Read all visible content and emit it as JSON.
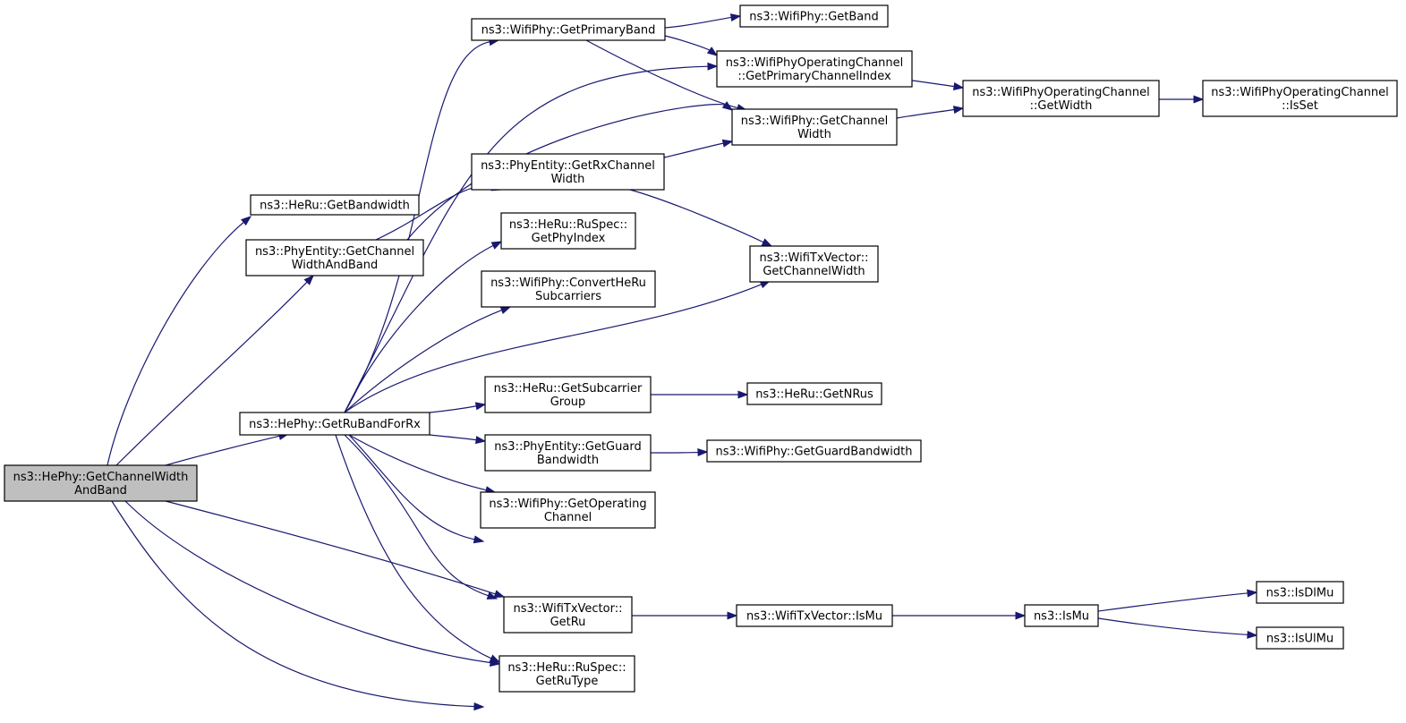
{
  "graph": {
    "colors": {
      "edge": "#191970",
      "root_fill": "#bfbfbf",
      "node_fill": "#ffffff",
      "node_border": "#000000"
    },
    "nodes": {
      "root": {
        "lines": [
          "ns3::HePhy::GetChannelWidth",
          "AndBand"
        ]
      },
      "heru_getbandwidth": {
        "lines": [
          "ns3::HeRu::GetBandwidth"
        ]
      },
      "phyentity_getchannelwidthandband": {
        "lines": [
          "ns3::PhyEntity::GetChannel",
          "WidthAndBand"
        ]
      },
      "hephy_getrubandforrx": {
        "lines": [
          "ns3::HePhy::GetRuBandForRx"
        ]
      },
      "wifiphy_getprimaryband": {
        "lines": [
          "ns3::WifiPhy::GetPrimaryBand"
        ]
      },
      "wifiphy_getband": {
        "lines": [
          "ns3::WifiPhy::GetBand"
        ]
      },
      "opchannel_getprimarychannelindex": {
        "lines": [
          "ns3::WifiPhyOperatingChannel",
          "::GetPrimaryChannelIndex"
        ]
      },
      "wifiphy_getchannelwidth": {
        "lines": [
          "ns3::WifiPhy::GetChannel",
          "Width"
        ]
      },
      "opchannel_getwidth": {
        "lines": [
          "ns3::WifiPhyOperatingChannel",
          "::GetWidth"
        ]
      },
      "opchannel_isset": {
        "lines": [
          "ns3::WifiPhyOperatingChannel",
          "::IsSet"
        ]
      },
      "phyentity_getrxchannelwidth": {
        "lines": [
          "ns3::PhyEntity::GetRxChannel",
          "Width"
        ]
      },
      "wifitxvector_getchannelwidth": {
        "lines": [
          "ns3::WifiTxVector::",
          "GetChannelWidth"
        ]
      },
      "ruspec_getphyindex": {
        "lines": [
          "ns3::HeRu::RuSpec::",
          "GetPhyIndex"
        ]
      },
      "wifiphy_convertherusubcarriers": {
        "lines": [
          "ns3::WifiPhy::ConvertHeRu",
          "Subcarriers"
        ]
      },
      "heru_getsubcarriergroup": {
        "lines": [
          "ns3::HeRu::GetSubcarrier",
          "Group"
        ]
      },
      "heru_getnrus": {
        "lines": [
          "ns3::HeRu::GetNRus"
        ]
      },
      "phyentity_getguardbandwidth": {
        "lines": [
          "ns3::PhyEntity::GetGuard",
          "Bandwidth"
        ]
      },
      "wifiphy_getguardbandwidth": {
        "lines": [
          "ns3::WifiPhy::GetGuardBandwidth"
        ]
      },
      "wifiphy_getoperatingchannel": {
        "lines": [
          "ns3::WifiPhy::GetOperating",
          "Channel"
        ]
      },
      "wifitxvector_getru": {
        "lines": [
          "ns3::WifiTxVector::",
          "GetRu"
        ]
      },
      "wifitxvector_ismu": {
        "lines": [
          "ns3::WifiTxVector::IsMu"
        ]
      },
      "ismu": {
        "lines": [
          "ns3::IsMu"
        ]
      },
      "isdlmu": {
        "lines": [
          "ns3::IsDlMu"
        ]
      },
      "isulmu": {
        "lines": [
          "ns3::IsUlMu"
        ]
      },
      "ruspec_getrutype": {
        "lines": [
          "ns3::HeRu::RuSpec::",
          "GetRuType"
        ]
      }
    },
    "edges": [
      {
        "from": "root",
        "to": "heru_getbandwidth"
      },
      {
        "from": "root",
        "to": "phyentity_getchannelwidthandband"
      },
      {
        "from": "root",
        "to": "hephy_getrubandforrx"
      },
      {
        "from": "root",
        "to": "wifitxvector_getru"
      },
      {
        "from": "root",
        "to": "ruspec_getrutype"
      },
      {
        "from": "root",
        "to": "wifitxvector_ismu"
      },
      {
        "from": "phyentity_getchannelwidthandband",
        "to": "wifiphy_getchannelwidth"
      },
      {
        "from": "phyentity_getchannelwidthandband",
        "to": "phyentity_getrxchannelwidth"
      },
      {
        "from": "hephy_getrubandforrx",
        "to": "wifiphy_getprimaryband"
      },
      {
        "from": "hephy_getrubandforrx",
        "to": "opchannel_getprimarychannelindex"
      },
      {
        "from": "hephy_getrubandforrx",
        "to": "ruspec_getphyindex"
      },
      {
        "from": "hephy_getrubandforrx",
        "to": "wifiphy_convertherusubcarriers"
      },
      {
        "from": "hephy_getrubandforrx",
        "to": "wifitxvector_getchannelwidth"
      },
      {
        "from": "hephy_getrubandforrx",
        "to": "heru_getsubcarriergroup"
      },
      {
        "from": "hephy_getrubandforrx",
        "to": "phyentity_getguardbandwidth"
      },
      {
        "from": "hephy_getrubandforrx",
        "to": "wifiphy_getoperatingchannel"
      },
      {
        "from": "hephy_getrubandforrx",
        "to": "wifitxvector_getru"
      },
      {
        "from": "hephy_getrubandforrx",
        "to": "ruspec_getrutype"
      },
      {
        "from": "hephy_getrubandforrx",
        "to": "wifitxvector_ismu"
      },
      {
        "from": "wifiphy_getprimaryband",
        "to": "wifiphy_getband"
      },
      {
        "from": "wifiphy_getprimaryband",
        "to": "opchannel_getprimarychannelindex"
      },
      {
        "from": "wifiphy_getprimaryband",
        "to": "wifiphy_getchannelwidth"
      },
      {
        "from": "opchannel_getprimarychannelindex",
        "to": "opchannel_getwidth"
      },
      {
        "from": "wifiphy_getchannelwidth",
        "to": "opchannel_getwidth"
      },
      {
        "from": "opchannel_getwidth",
        "to": "opchannel_isset"
      },
      {
        "from": "phyentity_getrxchannelwidth",
        "to": "wifiphy_getchannelwidth"
      },
      {
        "from": "phyentity_getrxchannelwidth",
        "to": "wifitxvector_getchannelwidth"
      },
      {
        "from": "heru_getsubcarriergroup",
        "to": "heru_getnrus"
      },
      {
        "from": "phyentity_getguardbandwidth",
        "to": "wifiphy_getguardbandwidth"
      },
      {
        "from": "wifitxvector_getru",
        "to": "wifitxvector_ismu"
      },
      {
        "from": "wifitxvector_ismu",
        "to": "ismu"
      },
      {
        "from": "ismu",
        "to": "isdlmu"
      },
      {
        "from": "ismu",
        "to": "isulmu"
      }
    ]
  }
}
